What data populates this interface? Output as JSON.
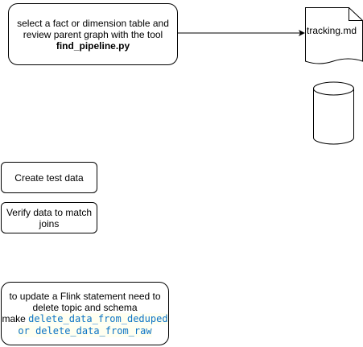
{
  "boxes": {
    "find_pipeline": {
      "line1": "select a fact or dimension table and",
      "line2": "review parent graph with the tool",
      "tool": "find_pipeline.py"
    },
    "create_test_data": {
      "label": "Create test data"
    },
    "verify_data": {
      "line1": "Verify data to match",
      "line2": "joins"
    },
    "flink_update": {
      "line1": "to update a Flink statement need to",
      "line2": "delete topic and schema",
      "make": "make ",
      "code1": "delete_data_from_deduped",
      "code2": "or delete_data_from_raw"
    }
  },
  "document": {
    "label": "tracking.md"
  },
  "colors": {
    "stroke": "#000000",
    "code": "#0b73c5",
    "code_background": "#fffff0"
  }
}
